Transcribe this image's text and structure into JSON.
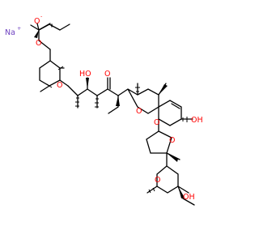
{
  "colors": {
    "oxygen": "#ff0000",
    "sodium": "#6f42c1",
    "carbon": "#000000"
  },
  "atoms": {
    "sodium": "Na",
    "sodium_charge": "+",
    "oxygen": "O",
    "oxide_charge": "-",
    "hydroxyl": "OH",
    "hydroxyl_left": "HO"
  }
}
